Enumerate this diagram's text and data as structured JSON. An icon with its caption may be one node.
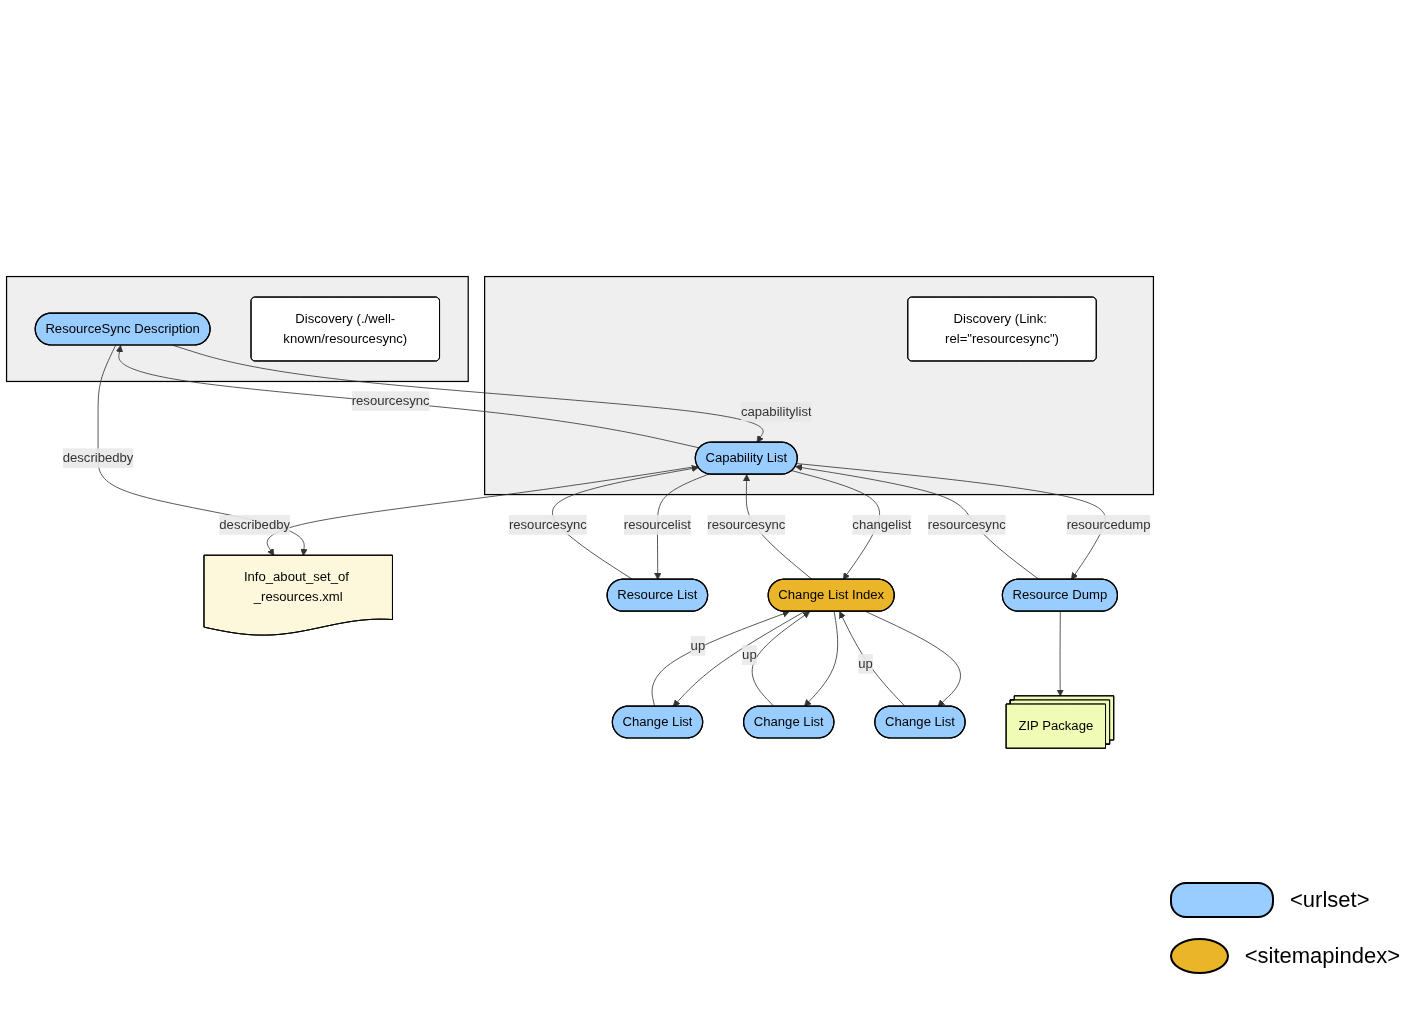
{
  "diagram": {
    "nodes": [
      {
        "text": [],
        "shape": "box"
      },
      {
        "text": [
          "ResourceSync Description"
        ],
        "in": 0
      },
      {
        "text": [
          "Discovery (./well-known/resourcesync)"
        ],
        "in": 0
      },
      {
        "text": [
          "Info_about_set_of _resources.xml"
        ]
      },
      {
        "text": [],
        "shape": "box"
      },
      {
        "text": [
          "Capability List"
        ],
        "in": 4
      },
      {
        "text": [
          "Discovery (Link: rel=\"resourcesync\")"
        ],
        "in": 4
      },
      {
        "text": [
          "Resource List"
        ]
      },
      {
        "text": [
          "Change List Index"
        ]
      },
      {
        "text": [
          "Resource Dump"
        ]
      },
      {
        "text": [
          "Change List"
        ]
      },
      {
        "text": [
          "ZIP Package"
        ]
      },
      {
        "text": [
          "Change List"
        ]
      },
      {
        "text": [
          "Change List"
        ]
      }
    ],
    "edges": [
      {
        "from": 1,
        "to": 3,
        "label": "describedby",
        "arrow": "to"
      },
      {
        "from": 1,
        "to": 5,
        "label": "capabilitylist",
        "arrow": "to"
      },
      {
        "from": 5,
        "to": 1,
        "label": "resourcesync",
        "arrow": "to"
      },
      {
        "from": 5,
        "to": 3,
        "label": "describedby",
        "arrow": "to"
      },
      {
        "from": 7,
        "to": 5,
        "label": "resourcesync",
        "arrow": "to"
      },
      {
        "from": 5,
        "to": 7,
        "label": "resourcelist",
        "arrow": "to"
      },
      {
        "from": 5,
        "to": 8,
        "label": "changelist",
        "arrow": "to"
      },
      {
        "from": 8,
        "to": 5,
        "label": "resourcesync",
        "arrow": "to"
      },
      {
        "from": 5,
        "to": 9,
        "label": "resourcedump",
        "arrow": "to"
      },
      {
        "from": 9,
        "to": 5,
        "label": "resourcesync",
        "arrow": "to"
      },
      {
        "from": 9,
        "to": 11,
        "arrow": "to"
      },
      {
        "from": 8,
        "to": 10,
        "arrow": "to"
      },
      {
        "from": 8,
        "to": 12,
        "arrow": "to"
      },
      {
        "from": 8,
        "to": 13,
        "arrow": "to"
      },
      {
        "from": 10,
        "to": 8,
        "label": "up",
        "arrow": "to"
      },
      {
        "from": 12,
        "to": 8,
        "label": "up",
        "arrow": "to"
      },
      {
        "from": 13,
        "to": 8,
        "label": "up",
        "arrow": "to"
      }
    ],
    "legend": [
      {
        "text": "<urlset>",
        "color": "#99ccff"
      },
      {
        "text": "<sitemapindex>",
        "color": "#ebb52a"
      }
    ]
  }
}
